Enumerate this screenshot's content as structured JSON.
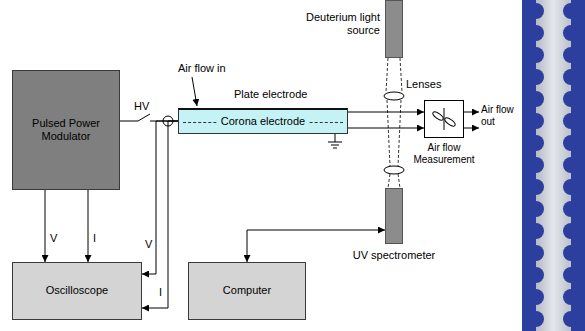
{
  "diagram": {
    "nodes": [
      {
        "text": [
          "Pulsed Power Modulator"
        ]
      },
      {
        "text": [
          "Oscilloscope"
        ]
      },
      {
        "text": [
          "Computer"
        ]
      },
      {
        "text": [
          "Deuterium light source"
        ]
      },
      {
        "text": [
          "UV spectrometer"
        ]
      },
      {
        "text": [
          "Corona electrode"
        ]
      },
      {
        "text": [
          "Air flow Measurement"
        ]
      }
    ],
    "edges": [
      {
        "from": 0,
        "to": 1,
        "arrow": "to",
        "label": "V"
      },
      {
        "from": 0,
        "to": 1,
        "arrow": "to",
        "label": "I"
      },
      {
        "from": 0,
        "to": 5,
        "arrow": "none",
        "label": "HV"
      },
      {
        "from": 5,
        "to": 1,
        "arrow": "to",
        "label": "V"
      },
      {
        "from": 5,
        "to": 1,
        "arrow": "to",
        "label": "I"
      },
      {
        "from": 2,
        "to": 4,
        "arrow": "both"
      },
      {
        "from": 5,
        "to": 6,
        "arrow": "to"
      },
      {
        "from": 5,
        "to": 6,
        "arrow": "to"
      }
    ],
    "labels": [
      "Air flow in",
      "Plate electrode",
      "Lenses",
      "Air flow out"
    ]
  }
}
